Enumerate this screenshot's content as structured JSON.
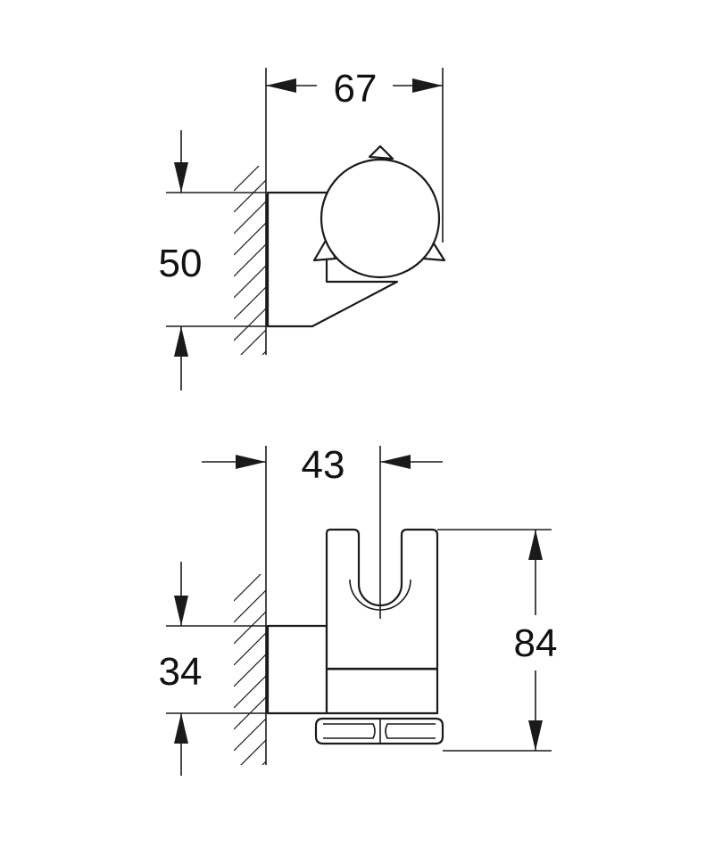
{
  "top_view": {
    "width_dim": "67",
    "height_dim": "50"
  },
  "front_view": {
    "width_dim": "43",
    "height_dim": "34",
    "total_height_dim": "84"
  },
  "colors": {
    "stroke": "#1a1a1a",
    "background": "#ffffff"
  }
}
